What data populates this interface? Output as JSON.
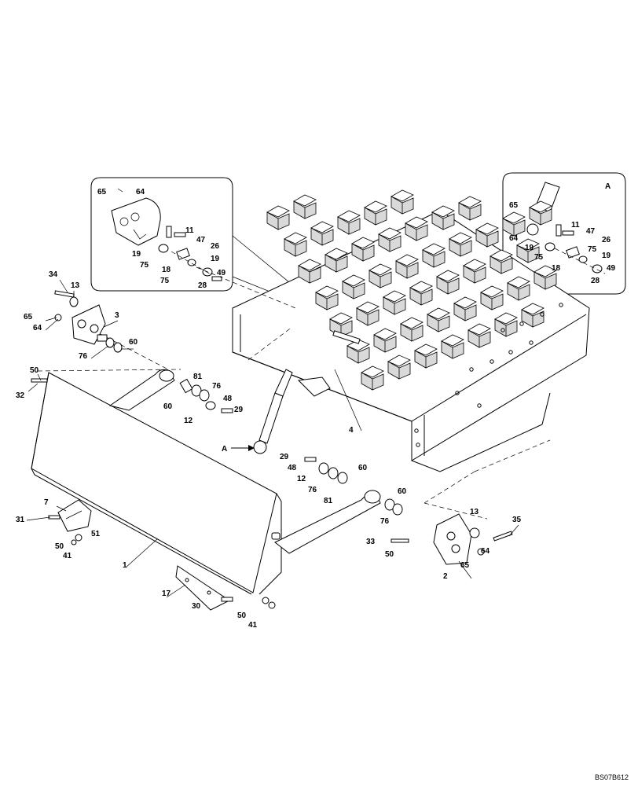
{
  "diagram": {
    "drawing_code": "BS07B612",
    "detail_label": "A",
    "section_label": "A",
    "callouts": {
      "c1": "1",
      "c2": "2",
      "c3": "3",
      "c4": "4",
      "c7": "7",
      "c11a": "11",
      "c11b": "11",
      "c12a": "12",
      "c12b": "12",
      "c13a": "13",
      "c13b": "13",
      "c17": "17",
      "c18a": "18",
      "c18b": "18",
      "c19a": "19",
      "c19b": "19",
      "c19c": "19",
      "c19d": "19",
      "c26a": "26",
      "c26b": "26",
      "c28a": "28",
      "c28b": "28",
      "c29a": "29",
      "c29b": "29",
      "c30": "30",
      "c31": "31",
      "c32": "32",
      "c33": "33",
      "c34": "34",
      "c35": "35",
      "c41a": "41",
      "c41b": "41",
      "c47a": "47",
      "c47b": "47",
      "c48a": "48",
      "c48b": "48",
      "c49a": "49",
      "c49b": "49",
      "c50a": "50",
      "c50b": "50",
      "c50c": "50",
      "c50d": "50",
      "c51": "51",
      "c60a": "60",
      "c60b": "60",
      "c60c": "60",
      "c60d": "60",
      "c64a": "64",
      "c64b": "64",
      "c64c": "64",
      "c64d": "64",
      "c65a": "65",
      "c65b": "65",
      "c65c": "65",
      "c65d": "65",
      "c75a": "75",
      "c75b": "75",
      "c75c": "75",
      "c75d": "75",
      "c76a": "76",
      "c76b": "76",
      "c76c": "76",
      "c76d": "76",
      "c81a": "81",
      "c81b": "81"
    }
  }
}
